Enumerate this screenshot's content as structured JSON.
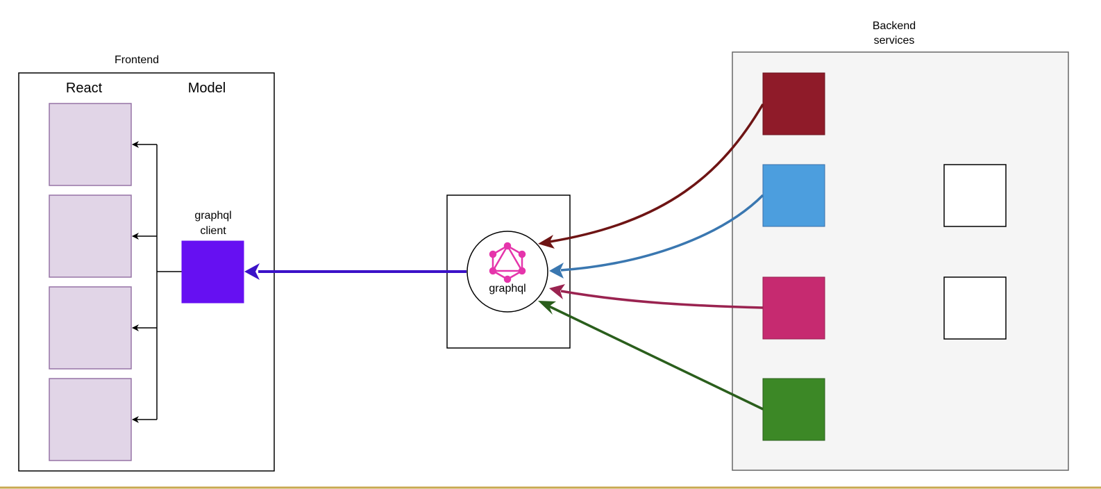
{
  "frontend": {
    "title": "Frontend",
    "react_label": "React",
    "model_label": "Model",
    "client_label_line1": "graphql",
    "client_label_line2": "client",
    "client_color": "#6610f2",
    "component_fill": "#e1d5e7",
    "component_stroke": "#9673a6",
    "component_count": 4
  },
  "gateway": {
    "label": "graphql",
    "logo_color": "#e535ab",
    "output_arrow_color": "#3b12c8"
  },
  "backend": {
    "title_line1": "Backend",
    "title_line2": "services",
    "panel_fill": "#f5f5f5",
    "services": [
      {
        "name": "service-dark-red",
        "color": "#8f1b29",
        "arrow_color": "#6e1414"
      },
      {
        "name": "service-blue",
        "color": "#4c9ede",
        "arrow_color": "#3a77b0"
      },
      {
        "name": "service-pink",
        "color": "#c62a70",
        "arrow_color": "#9a2350"
      },
      {
        "name": "service-green",
        "color": "#3c8826",
        "arrow_color": "#2a5e1c"
      }
    ],
    "unconnected_services": 2
  }
}
